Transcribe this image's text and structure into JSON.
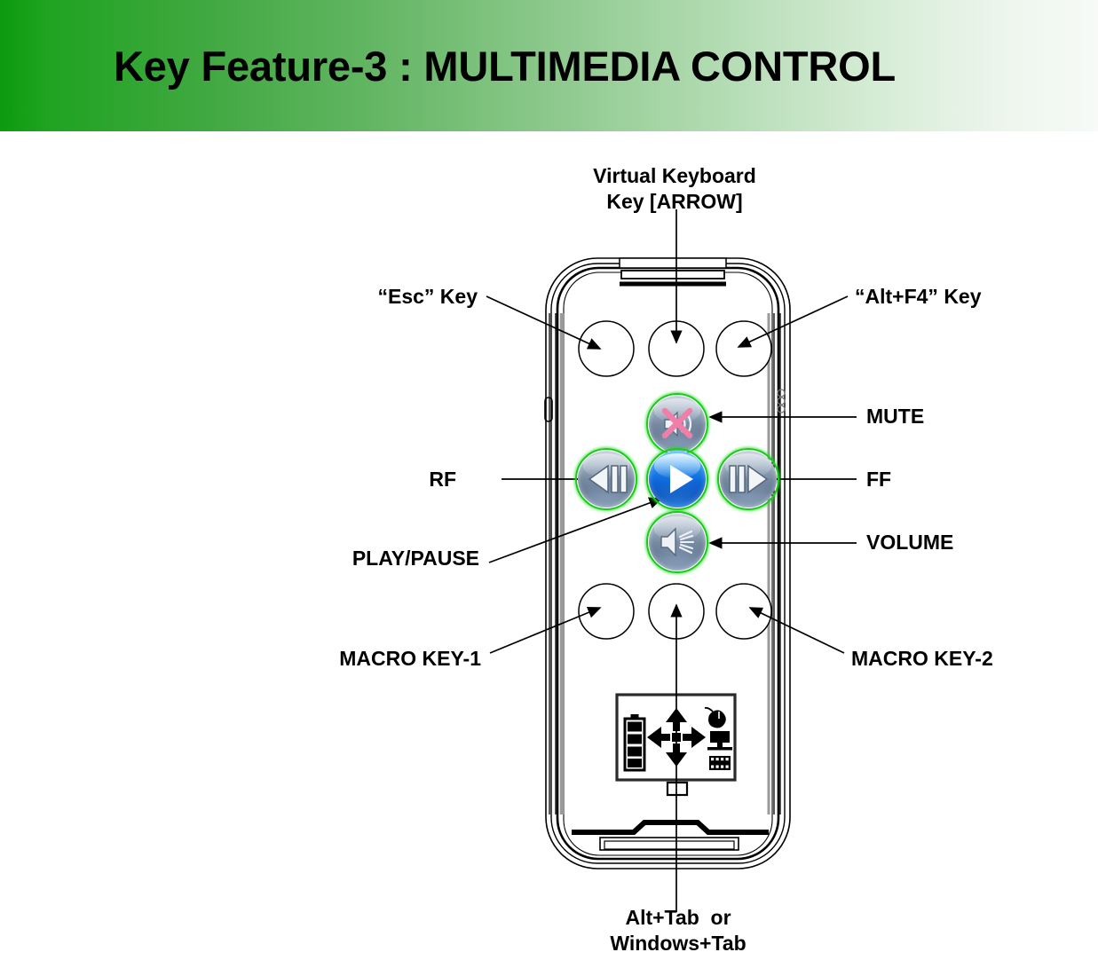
{
  "header": {
    "title": "Key Feature-3 : MULTIMEDIA CONTROL",
    "gradient_start": "#0c9a0e",
    "gradient_end": "#f7faf7"
  },
  "device": {
    "name": "remote-control",
    "body_color": "#ffffff",
    "outline_color": "#000000"
  },
  "callouts": {
    "virtual_keyboard": "Virtual Keyboard\nKey [ARROW]",
    "esc_key": "“Esc” Key",
    "alt_f4_key": "“Alt+F4” Key",
    "mute": "MUTE",
    "rf": "RF",
    "ff": "FF",
    "play_pause": "PLAY/PAUSE",
    "volume": "VOLUME",
    "macro_key_1": "MACRO KEY-1",
    "macro_key_2": "MACRO KEY-2",
    "alt_tab": "Alt+Tab  or\nWindows+Tab"
  },
  "buttons": {
    "mute": {
      "icon": "mute-speaker-icon",
      "accent": "#ef7fa8",
      "halo": "#18cc18"
    },
    "rf": {
      "icon": "rewind-icon",
      "halo": "#18cc18"
    },
    "play": {
      "icon": "play-icon",
      "color": "#0a63d8",
      "halo": "#18cc18"
    },
    "ff": {
      "icon": "fast-forward-icon",
      "halo": "#18cc18"
    },
    "volume": {
      "icon": "volume-speaker-icon",
      "halo": "#18cc18"
    },
    "top_row": [
      "esc-button",
      "virtual-keyboard-button",
      "alt-f4-button"
    ],
    "bottom_row": [
      "macro-key-1-button",
      "alt-tab-button",
      "macro-key-2-button"
    ]
  },
  "indicator_panel": {
    "battery_icon": "battery-icon",
    "battery_segments": 4,
    "dpad_icon": "four-way-arrow-icon",
    "mouse_icon": "mouse-icon",
    "monitor_icon": "monitor-icon",
    "film_icon": "film-strip-icon"
  }
}
